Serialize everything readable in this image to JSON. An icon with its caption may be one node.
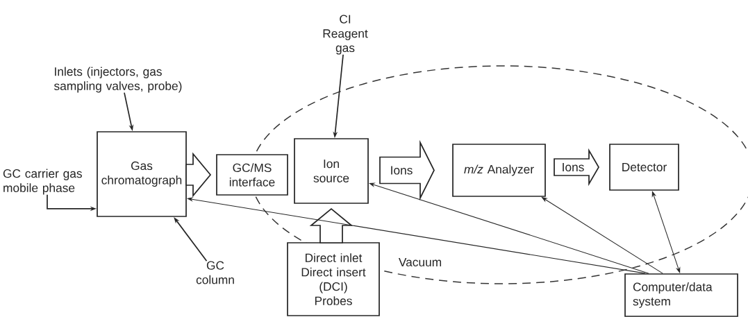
{
  "diagram": {
    "nodes": [
      {
        "text": [
          "Inlets (injectors, gas sampling valves, probe)"
        ]
      },
      {
        "text": [
          "CI Reagent gas"
        ]
      },
      {
        "text": [
          "GC carrier gas mobile phase"
        ]
      },
      {
        "text": [
          "Gas chromatograph"
        ]
      },
      {
        "text": [
          "GC/MS interface"
        ]
      },
      {
        "text": [
          "Ion source"
        ]
      },
      {
        "text": [
          "*m/z* Analyzer"
        ]
      },
      {
        "text": [
          "Detector"
        ]
      },
      {
        "text": [
          "Direct inlet",
          "Direct insert (DCI)",
          "Probes"
        ]
      },
      {
        "text": [
          "GC column"
        ]
      },
      {
        "text": [
          "Computer/data system"
        ]
      }
    ],
    "edges": [
      {
        "from": 0,
        "to": 3,
        "arrow": "to"
      },
      {
        "from": 1,
        "to": 5,
        "arrow": "to"
      },
      {
        "from": 2,
        "to": 3,
        "arrow": "to"
      },
      {
        "from": 9,
        "to": 3,
        "arrow": "to"
      },
      {
        "from": 3,
        "to": 4,
        "arrow": "to",
        "style": "thick"
      },
      {
        "from": 5,
        "to": 6,
        "arrow": "to",
        "style": "thick",
        "label": "Ions"
      },
      {
        "from": 6,
        "to": 7,
        "arrow": "to",
        "style": "thick",
        "label": "Ions"
      },
      {
        "from": 8,
        "to": 5,
        "arrow": "to",
        "style": "thick"
      },
      {
        "from": 10,
        "to": 3,
        "arrow": "to"
      },
      {
        "from": 10,
        "to": 5,
        "arrow": "to"
      },
      {
        "from": 10,
        "to": 6,
        "arrow": "to"
      },
      {
        "from": 10,
        "to": 7,
        "arrow": "both"
      }
    ],
    "labels": [
      "Vacuum"
    ]
  }
}
